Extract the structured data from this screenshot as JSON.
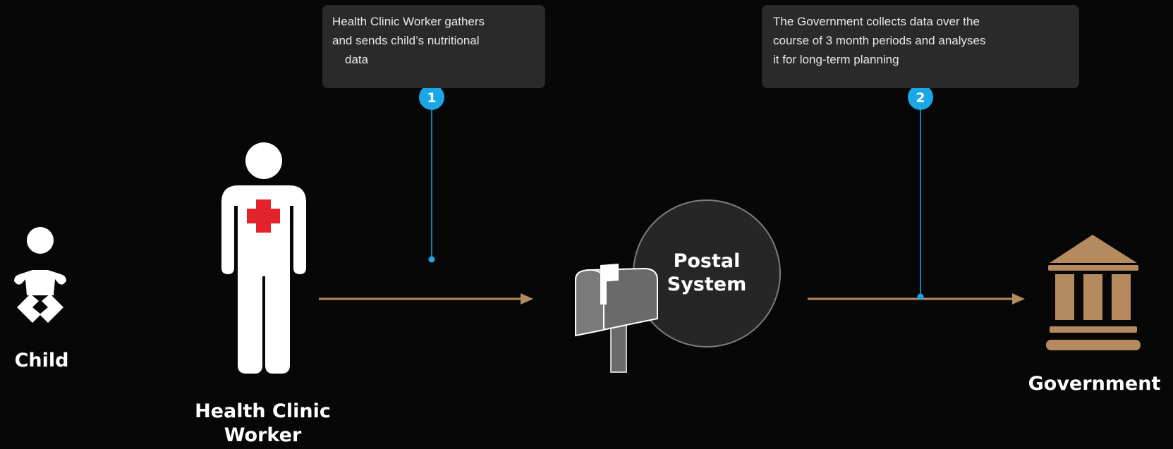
{
  "nodes": {
    "child": {
      "label": "Child"
    },
    "worker": {
      "label_line1": "Health Clinic",
      "label_line2": "Worker"
    },
    "postal": {
      "label_line1": "Postal",
      "label_line2": "System"
    },
    "government": {
      "label": "Government"
    }
  },
  "steps": [
    {
      "number": "1",
      "lines": [
        "Health Clinic Worker gathers",
        "and sends child’s nutritional",
        "data"
      ]
    },
    {
      "number": "2",
      "lines": [
        "The Government collects data over the",
        "course of 3 month periods and analyses",
        "it for long-term planning"
      ]
    }
  ],
  "colors": {
    "background": "#070707",
    "arrow": "#b48a5e",
    "badge": "#19a7e8",
    "callout": "#2a2a2a",
    "red_cross": "#e3232b",
    "government_icon": "#b48a5e"
  },
  "icons": [
    "baby-icon",
    "health-worker-icon",
    "mailbox-icon",
    "government-building-icon"
  ]
}
